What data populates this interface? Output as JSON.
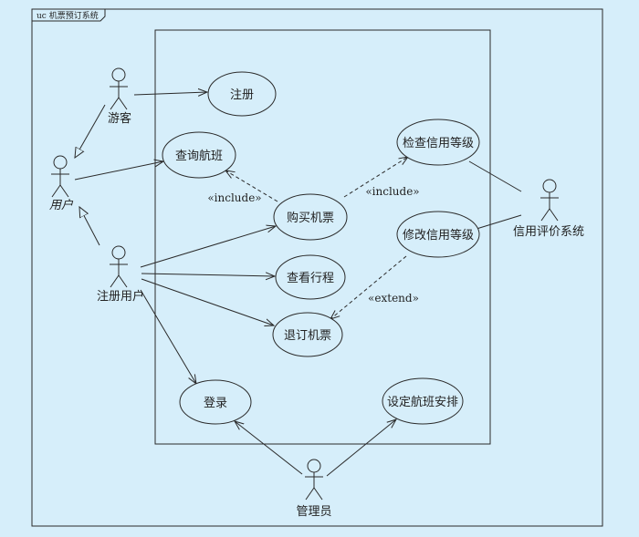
{
  "frame": {
    "title": "uc 机票预订系统"
  },
  "actors": {
    "tourist": "游客",
    "user": "用户",
    "registered_user": "注册用户",
    "credit_system": "信用评价系统",
    "admin": "管理员"
  },
  "use_cases": {
    "register": "注册",
    "query_flight": "查询航班",
    "check_credit": "检查信用等级",
    "buy_ticket": "购买机票",
    "modify_credit": "修改信用等级",
    "view_itinerary": "查看行程",
    "refund_ticket": "退订机票",
    "login": "登录",
    "set_schedule": "设定航班安排"
  },
  "relations": {
    "include_query": "«include»",
    "include_check": "«include»",
    "extend_refund": "«extend»"
  },
  "colors": {
    "background": "#d6eefa",
    "stroke": "#2a2a2a"
  }
}
